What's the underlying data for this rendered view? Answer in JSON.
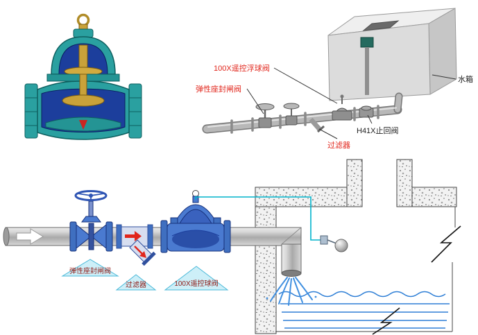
{
  "installation_3d": {
    "labels": {
      "float_valve": "100X遥控浮球阀",
      "gate_valve": "弹性座封闸阀",
      "water_tank": "水箱",
      "check_valve": "H41X止回阀",
      "strainer": "过滤器"
    }
  },
  "schematic": {
    "labels": {
      "gate_valve": "弹性座封闸阀",
      "strainer": "过滤器",
      "float_valve": "100X遥控球阀"
    }
  },
  "colors": {
    "label_red": "#e1251b",
    "label_dark_red": "#8f1a15",
    "label_black": "#222222",
    "valve_body_teal": "#2aa0a0",
    "valve_interior_blue": "#1c3e9c",
    "brass": "#c9a23a",
    "schematic_valve_blue": "#4a7ad0",
    "pipe_gray": "#c9c9c9",
    "pilot_line_cyan": "#00b4cc",
    "water_blue": "#2f7fd6",
    "concrete_gray": "#f2f2f2",
    "callout_triangle_cyan": "#cdeff8"
  }
}
